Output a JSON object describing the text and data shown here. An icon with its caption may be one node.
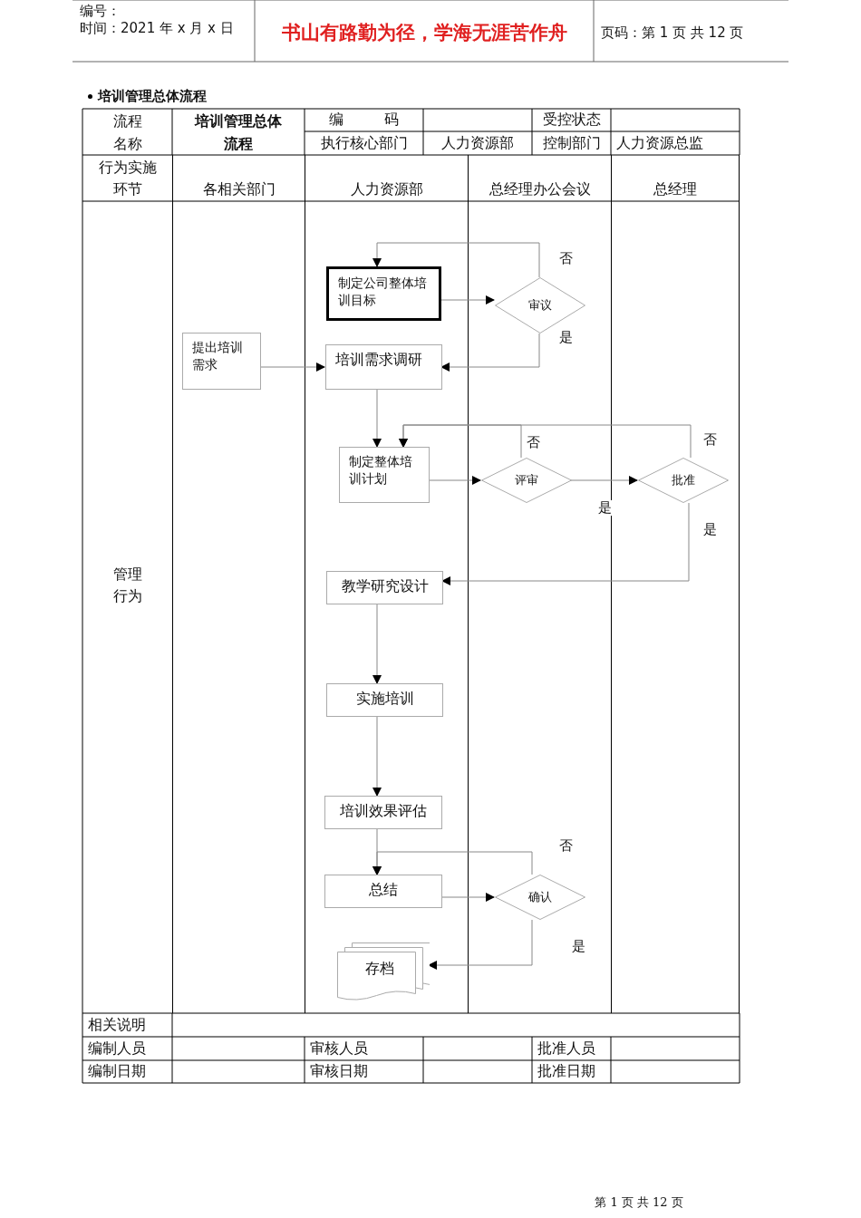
{
  "diagram": {
    "title": "培训管理总体流程",
    "nodes": [
      {
        "text": [
          "各相关部门"
        ]
      },
      {
        "text": [
          "人力资源部"
        ]
      },
      {
        "text": [
          "总经理办公会议"
        ]
      },
      {
        "text": [
          "总经理"
        ]
      },
      {
        "text": [
          "提出培训需求"
        ],
        "in": 0
      },
      {
        "text": [
          "制定公司整体培训目标"
        ],
        "in": 1
      },
      {
        "text": [
          "培训需求调研"
        ],
        "in": 1
      },
      {
        "text": [
          "制定整体培训计划"
        ],
        "in": 1
      },
      {
        "text": [
          "教学研究设计"
        ],
        "in": 1
      },
      {
        "text": [
          "实施培训"
        ],
        "in": 1
      },
      {
        "text": [
          "培训效果评估"
        ],
        "in": 1
      },
      {
        "text": [
          "总结"
        ],
        "in": 1
      },
      {
        "text": [
          "存档"
        ],
        "in": 1
      },
      {
        "text": [
          "审议"
        ],
        "in": 2
      },
      {
        "text": [
          "评审"
        ],
        "in": 2
      },
      {
        "text": [
          "确认"
        ],
        "in": 2
      },
      {
        "text": [
          "批准"
        ],
        "in": 3
      }
    ],
    "edges": [
      {
        "from": 5,
        "to": 13,
        "arrow": "to"
      },
      {
        "from": 13,
        "to": 5,
        "arrow": "to",
        "label": "否"
      },
      {
        "from": 13,
        "to": 6,
        "arrow": "to",
        "label": "是"
      },
      {
        "from": 4,
        "to": 6,
        "arrow": "to"
      },
      {
        "from": 6,
        "to": 7,
        "arrow": "to"
      },
      {
        "from": 7,
        "to": 14,
        "arrow": "to"
      },
      {
        "from": 14,
        "to": 7,
        "arrow": "to",
        "label": "否"
      },
      {
        "from": 14,
        "to": 16,
        "arrow": "to",
        "label": "是"
      },
      {
        "from": 16,
        "to": 7,
        "arrow": "to",
        "label": "否"
      },
      {
        "from": 16,
        "to": 8,
        "arrow": "to",
        "label": "是"
      },
      {
        "from": 8,
        "to": 9,
        "arrow": "to"
      },
      {
        "from": 9,
        "to": 10,
        "arrow": "to"
      },
      {
        "from": 10,
        "to": 11,
        "arrow": "to"
      },
      {
        "from": 11,
        "to": 15,
        "arrow": "to"
      },
      {
        "from": 15,
        "to": 11,
        "arrow": "to",
        "label": "否"
      },
      {
        "from": 15,
        "to": 12,
        "arrow": "to",
        "label": "是"
      }
    ],
    "labels": [
      "编号：",
      "时间：2021 年 x 月 x 日",
      "书山有路勤为径，学海无涯苦作舟",
      "页码：第 1 页  共 12 页",
      "流程名称",
      "培训管理总体流程",
      "编 码",
      "受控状态",
      "执行核心部门",
      "人力资源部",
      "控制部门",
      "人力资源总监",
      "行为实施环节",
      "管理行为",
      "相关说明",
      "编制人员",
      "审核人员",
      "批准人员",
      "编制日期",
      "审核日期",
      "批准日期",
      "第 1 页 共 12 页"
    ]
  }
}
